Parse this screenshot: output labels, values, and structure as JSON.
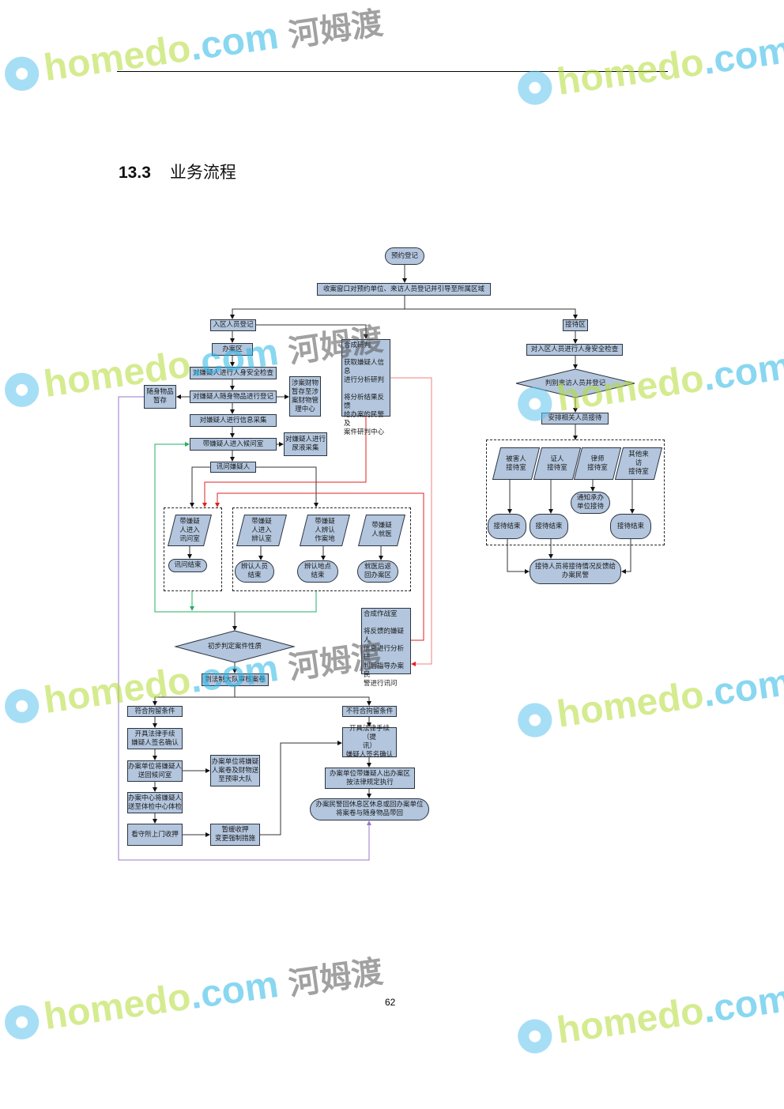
{
  "heading": {
    "number": "13.3",
    "title": "业务流程"
  },
  "page_number": "62",
  "watermark": {
    "brand": "homedo",
    "domain": ".com",
    "cn": "河姆渡"
  },
  "nodes": {
    "start": "预约登记",
    "register_window": "收案窗口对预约单位、来访人员登记并引导至所属区域",
    "entry_register": "入区人员登记",
    "case_area": "办案区",
    "body_check": "对嫌疑人进行人身安全检查",
    "belongings_store": "随身物品\n暂存",
    "belongings_register": "对嫌疑人随身物品进行登记",
    "property_center": "涉案财物\n暂存至涉\n案财物管\n理中心",
    "synth_analysis": "合成研判\n\n获取嫌疑人信息\n进行分析研判\n\n将分析结果反馈\n给办案的民警及\n案件研判中心",
    "info_collect": "对嫌疑人进行信息采集",
    "waiting_room": "带嫌疑人进入候问室",
    "urine": "对嫌疑人进行\n尿液采集",
    "interrogate": "讯问嫌疑人",
    "to_interrogation_room": "带嫌疑\n人进入\n讯问室",
    "interrogation_end": "讯问结束",
    "to_identify_room": "带嫌疑\n人进入\n辨认室",
    "identify_person_end": "辨认人员\n结束",
    "to_crime_scene": "带嫌疑\n人辨认\n作案地",
    "identify_place_end": "辨认地点\n结束",
    "to_hospital": "带嫌疑\n人就医",
    "hospital_return": "就医后返\n回办案区",
    "combat_room": "合成作战室\n\n将反馈的嫌疑人\n信息进行分析研\n判后指导办案民\n警进行讯问",
    "judge_case": "初步判定案件性质",
    "legal_review": "到法制大队审核案卷",
    "detain_ok": "符合拘留条件",
    "legal_docs": "开具法律手续\n嫌疑人签名确认",
    "return_waiting": "办案单位将嫌疑人\n送回候问室",
    "send_files": "办案单位将嫌疑\n人案卷及财物送\n至预审大队",
    "health_check": "办案中心将嫌疑人\n送至体检中心体检",
    "jail_pickup": "看守所上门收押",
    "defer": "暂缓收押\n变更强制措施",
    "detain_no": "不符合拘留条件",
    "legal_docs_2": "开具法律手续（提\n讯）\n嫌疑人签名确认",
    "leave_area": "办案单位带嫌疑人出办案区\n按法律规定执行",
    "police_return": "办案民警回休息区休息或回办案单位\n将案卷与随身物品带回",
    "reception_area": "接待区",
    "visitor_check": "对入区人员进行人身安全检查",
    "identify_visitor": "判别来访人员并登记",
    "arrange_reception": "安排相关人员接待",
    "victim_room": "被害人\n接待室",
    "witness_room": "证人\n接待室",
    "lawyer_room": "律师\n接待室",
    "other_room": "其他来\n访\n接待室",
    "notify_unit": "通知承办\n单位接待",
    "reception_end_1": "接待结束",
    "reception_end_2": "接待结束",
    "reception_end_3": "接待结束",
    "feedback": "接待人员将接待情况反馈给\n办案民警"
  },
  "colors": {
    "node_fill": "#b3c6de",
    "red_line": "#e02020",
    "pink_line": "#f08080",
    "green_line": "#22b060",
    "purple_line": "#9a78c8"
  }
}
